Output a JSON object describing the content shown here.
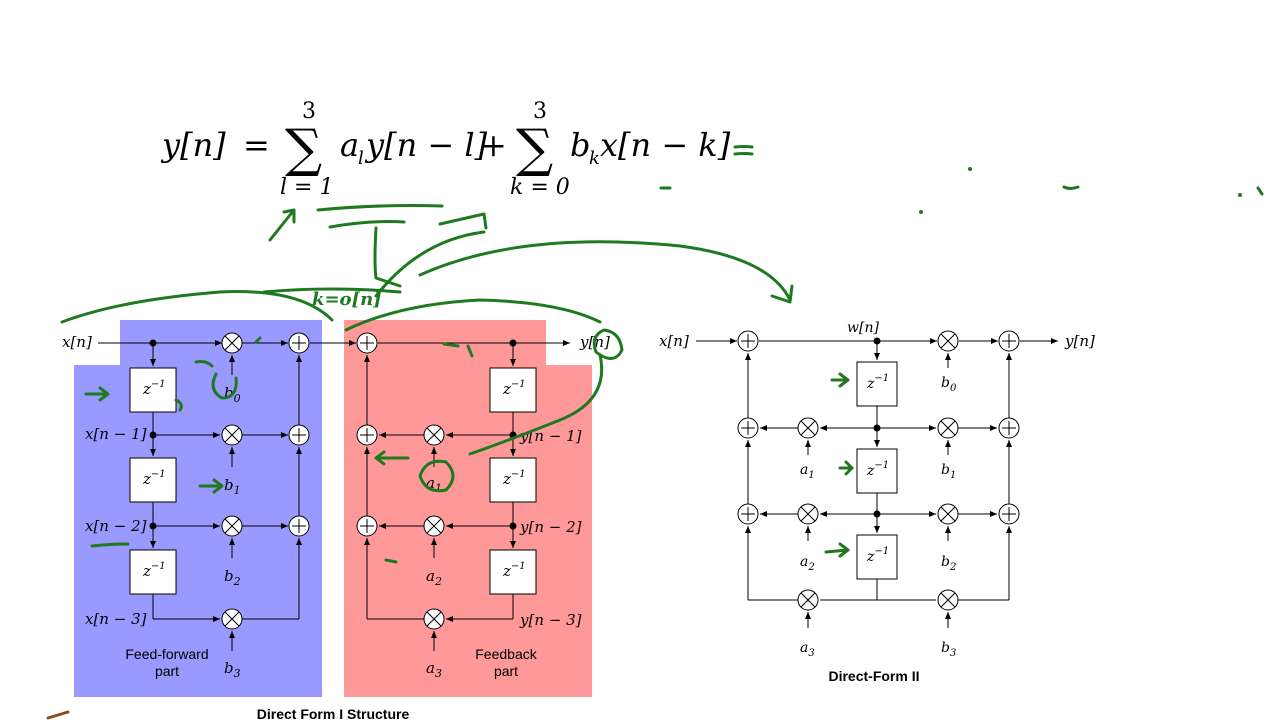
{
  "equation": {
    "lhs": "y[n]",
    "eq": "=",
    "sum1": {
      "upper": "3",
      "lower": "l = 1",
      "term": "a",
      "sub": "l",
      "rest": "y[n − l]"
    },
    "plus": "+",
    "sum2": {
      "upper": "3",
      "lower": "k = 0",
      "term": "b",
      "sub": "k",
      "rest": "x[n − k]"
    }
  },
  "df1": {
    "input": "x[n]",
    "output": "y[n]",
    "delay": "z",
    "delay_exp": "−1",
    "taps": [
      "x[n − 1]",
      "x[n − 2]",
      "x[n − 3]"
    ],
    "ytaps": [
      "y[n − 1]",
      "y[n − 2]",
      "y[n − 3]"
    ],
    "b": [
      "b",
      "b",
      "b",
      "b"
    ],
    "b_sub": [
      "0",
      "1",
      "2",
      "3"
    ],
    "a": [
      "a",
      "a",
      "a"
    ],
    "a_sub": [
      "1",
      "2",
      "3"
    ],
    "ff_label_1": "Feed-forward",
    "ff_label_2": "part",
    "fb_label_1": "Feedback",
    "fb_label_2": "part",
    "caption": "Direct Form I Structure",
    "colors": {
      "feedforward": "#9999ff",
      "feedback": "#ff9999"
    }
  },
  "df2": {
    "input": "x[n]",
    "output": "y[n]",
    "state": "w[n]",
    "caption": "Direct-Form II"
  },
  "annotation": {
    "handwritten": "k=o[n]",
    "ink_color": "#1f7a1f"
  }
}
